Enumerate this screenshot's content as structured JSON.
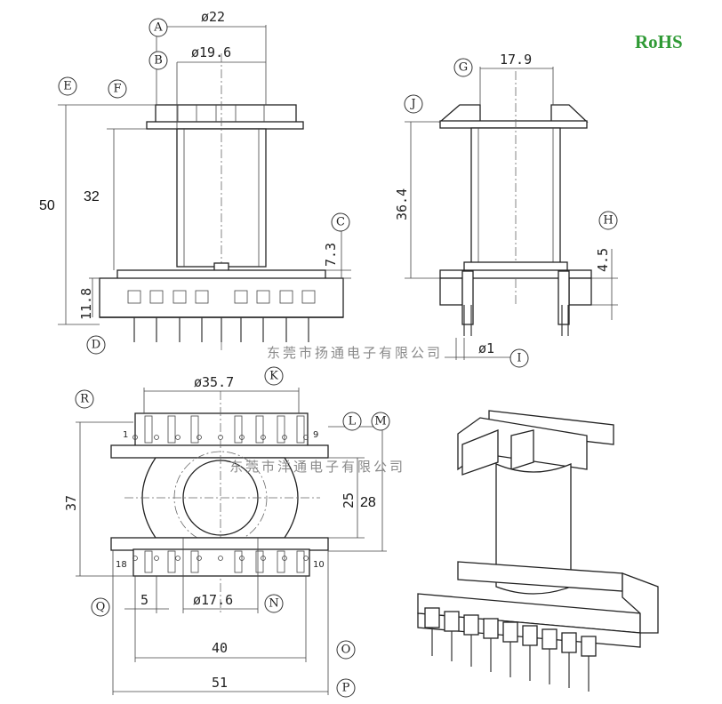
{
  "badge": {
    "text": "RoHS",
    "color": "#2f9a35"
  },
  "watermarks": [
    "东莞市扬通电子有限公司",
    "东莞市洋通电子有限公司"
  ],
  "tags": [
    "A",
    "B",
    "C",
    "D",
    "E",
    "F",
    "G",
    "H",
    "I",
    "J",
    "K",
    "L",
    "M",
    "N",
    "O",
    "P",
    "Q",
    "R"
  ],
  "front_view": {
    "dims": {
      "flange_dia": "ø22",
      "tube_dia": "ø19.6",
      "total_height": "50",
      "winding_height": "32",
      "base_step": "7.3",
      "base_height": "11.8"
    }
  },
  "side_view": {
    "dims": {
      "width": "17.9",
      "height": "36.4",
      "pin_offset": "4.5",
      "pin_dia": "ø1"
    }
  },
  "bottom_view": {
    "dims": {
      "outer_dia": "ø35.7",
      "total_depth": "37",
      "inner_depth": "25",
      "row_spacing": "28",
      "pitch": "5",
      "core_dia": "ø17.6",
      "pin_span": "40",
      "overall_width": "51"
    },
    "pin_labels": [
      "1",
      "9",
      "18",
      "10"
    ]
  }
}
